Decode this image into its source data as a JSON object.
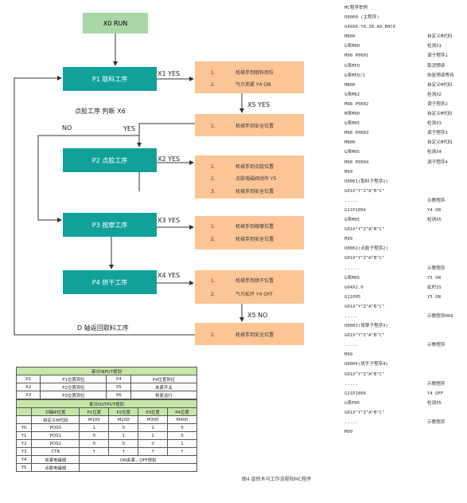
{
  "flow": {
    "start": "X0 RUN",
    "p1": "P1 取料工序",
    "p2": "P2 点胶工序",
    "p3": "P3 按摩工序",
    "p4": "P4 烘干工序",
    "x1_yes": "X1 YES",
    "x2_yes": "X2 YES",
    "x3_yes": "X3 YES",
    "x4_yes": "X4 YES",
    "x5_yes": "X5 YES",
    "x5_no": "X5 NO",
    "judge": "点胶工序 判断 X6",
    "no": "NO",
    "yes": "YES",
    "return_label": "D 轴返回取料工序",
    "boxes": [
      [
        {
          "num": "1.",
          "text": "机械手到取料到位"
        },
        {
          "num": "2.",
          "text": "气爪夹紧 Y4  ON"
        }
      ],
      [
        {
          "num": "1.",
          "text": "机械手到安全位置"
        }
      ],
      [
        {
          "num": "1.",
          "text": "机械手到点胶位置"
        },
        {
          "num": "2.",
          "text": "点胶电磁阀动作 Y5"
        },
        {
          "num": "3.",
          "text": "机械手到安全位置"
        }
      ],
      [
        {
          "num": "1.",
          "text": "机械手到按摩位置"
        },
        {
          "num": "2.",
          "text": "机械手到安全位置"
        }
      ],
      [
        {
          "num": "1.",
          "text": "机械手到烘干位置"
        },
        {
          "num": "2.",
          "text": "气爪松开 Y4  OFF"
        }
      ],
      [
        {
          "num": "1.",
          "text": "机械手到安全位置"
        }
      ]
    ]
  },
  "code": [
    [
      "MC程序举例",
      ""
    ],
    [
      "O0000 (主程序)",
      ""
    ],
    [
      "G49X0.Y0.Z0.A0.B0C0",
      ""
    ],
    [
      "M800",
      "自定义M代码"
    ],
    [
      "G来M00",
      "检测X1"
    ],
    [
      "M98 P0001",
      "调子程序1"
    ],
    [
      "G来M50",
      "取消预读"
    ],
    [
      "G来M50/1",
      "恢复预读等待"
    ],
    [
      "M800",
      "自定义M代码"
    ],
    [
      "G来M02",
      "检测X2"
    ],
    [
      "M98 P0002",
      "调子程序2"
    ],
    [
      "M来M00",
      "自定义M代码"
    ],
    [
      "G来M05",
      "检测X3"
    ],
    [
      "M98 P0003",
      "调子程序3"
    ],
    [
      "M800",
      "自定义M代码"
    ],
    [
      "G来M05",
      "检测X4"
    ],
    [
      "M98 P0004",
      "调子程序4"
    ],
    [
      "M99",
      ""
    ],
    [
      "O0001(取料子程序1)",
      ""
    ],
    [
      "G01X\"Y\"Z\"A\"B\"C\"",
      ""
    ],
    [
      ".....",
      "示教程序"
    ],
    [
      "G11P1004",
      "Y4  ON"
    ],
    [
      "G来M05",
      "检测X5"
    ],
    [
      "G01X\"Y\"Z\"A\"B\"C\"",
      ""
    ],
    [
      "M99",
      ""
    ],
    [
      "O0002(点胶子程序2)",
      ""
    ],
    [
      "G01X\"Y\"Z\"A\"B\"C\"",
      ""
    ],
    [
      ".....",
      "示教程序"
    ],
    [
      "G来M05",
      "Y5  ON"
    ],
    [
      "G04X2.0",
      "延时2S"
    ],
    [
      "G11P05",
      "Y5  ON"
    ],
    [
      "G01X\"Y\"Z\"A\"B\"C\"",
      ""
    ],
    [
      ".....",
      "示教程序M99"
    ],
    [
      "O0003(按摩子程序3)",
      ""
    ],
    [
      "G01X\"Y\"Z\"A\"B\"C\"",
      ""
    ],
    [
      ".....",
      "示教程序"
    ],
    [
      "M99",
      ""
    ],
    [
      "O0004(烘干子程序4)",
      ""
    ],
    [
      "G01X\"Y\"Z\"A\"B\"C\"",
      ""
    ],
    [
      ".....",
      "示教程序"
    ],
    [
      "G11P1004",
      "Y4  OFF"
    ],
    [
      "G来P05",
      "检测X5"
    ],
    [
      "G01X\"Y\"Z\"A\"B\"C\"",
      ""
    ],
    [
      ".....",
      "示教程序"
    ],
    [
      "M99",
      ""
    ]
  ],
  "input_table": {
    "title": "部分INPUT规划",
    "rows": [
      [
        "X1",
        "P1位置到位",
        "X4",
        "P4位置到位"
      ],
      [
        "X2",
        "P2位置到位",
        "X5",
        "夹紧开关"
      ],
      [
        "X3",
        "P3位置到位",
        "X6",
        "恢复运行"
      ]
    ]
  },
  "output_table": {
    "title": "部分OUTPUT规划",
    "header": [
      "",
      "D轴IP位置",
      "P1位置",
      "P2位置",
      "P3位置",
      "P4位置"
    ],
    "mcode_row": [
      "",
      "自定义M代码",
      "M100",
      "M200",
      "M300",
      "M400"
    ],
    "rows": [
      [
        "Y0",
        "POS0",
        "1",
        "0",
        "1",
        "0"
      ],
      [
        "Y1",
        "POS1",
        "0",
        "1",
        "1",
        "0"
      ],
      [
        "Y2",
        "POS2",
        "0",
        "0",
        "0",
        "1"
      ],
      [
        "Y3",
        "CTR",
        "↑",
        "↑",
        "↑",
        "↑"
      ]
    ],
    "extra": [
      [
        "Y4",
        "夹紧电磁阀",
        "ON夹紧，OFF放松"
      ],
      [
        "Y5",
        "点胶电磁阀",
        ""
      ]
    ]
  },
  "caption": "图4  旋转木马工作流程和MC程序",
  "colors": {
    "teal": "#12a19a",
    "orange": "#fcc596",
    "green": "#a9d7a8",
    "table_green": "#c8e6a8"
  }
}
